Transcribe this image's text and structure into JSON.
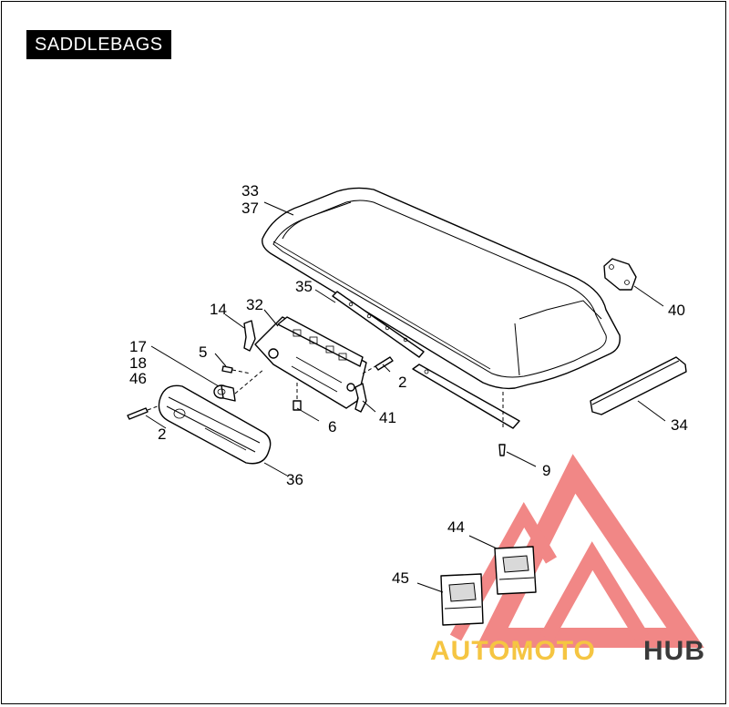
{
  "title": "SADDLEBAGS",
  "callouts": {
    "c33": "33",
    "c37": "37",
    "c35": "35",
    "c32": "32",
    "c14": "14",
    "c17": "17",
    "c18": "18",
    "c46": "46",
    "c5": "5",
    "c2a": "2",
    "c2b": "2",
    "c6": "6",
    "c41": "41",
    "c36": "36",
    "c40": "40",
    "c34": "34",
    "c9": "9",
    "c44": "44",
    "c45": "45"
  },
  "watermark": {
    "part1": "AUTOMOTO",
    "part2": "HUB",
    "color_primary": "#f07b79",
    "color_secondary": "#f5c542",
    "color_dark": "#3a3a3a"
  },
  "colors": {
    "ink": "#000000",
    "background": "#ffffff"
  }
}
